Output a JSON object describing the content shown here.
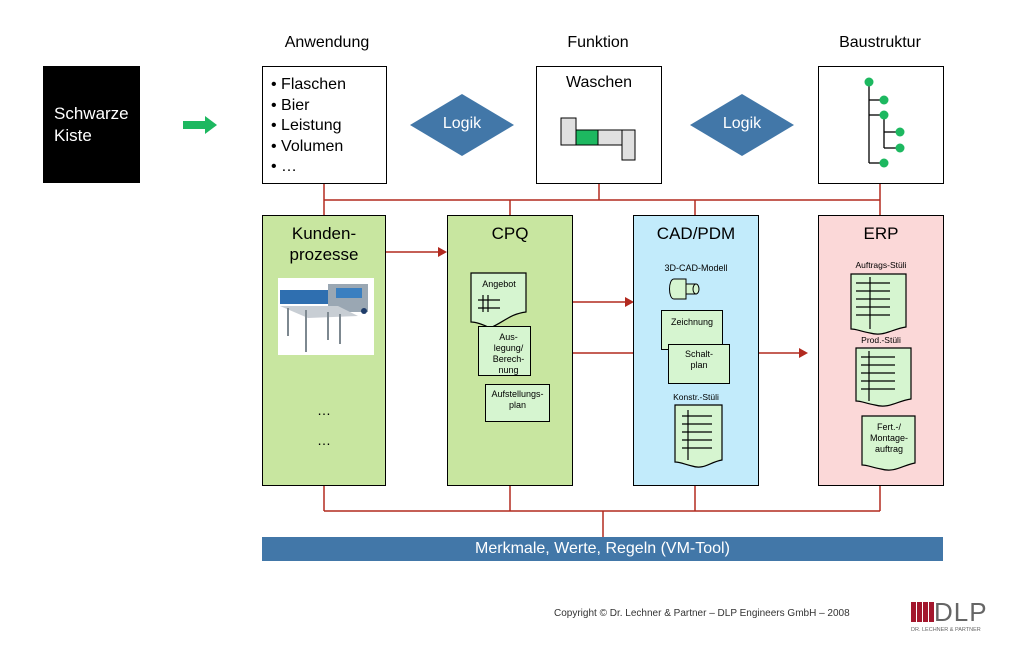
{
  "black_box": {
    "label_line1": "Schwarze",
    "label_line2": "Kiste"
  },
  "columns": {
    "anwendung": {
      "title": "Anwendung",
      "items": [
        "Flaschen",
        "Bier",
        "Leistung",
        "Volumen",
        "…"
      ]
    },
    "funktion": {
      "title": "Funktion",
      "box_label": "Waschen"
    },
    "baustruktur": {
      "title": "Baustruktur"
    }
  },
  "logic_diamonds": [
    "Logik",
    "Logik"
  ],
  "systems": {
    "kunden": {
      "title_line1": "Kunden-",
      "title_line2": "prozesse",
      "ellipsis": [
        "…",
        "…"
      ]
    },
    "cpq": {
      "title": "CPQ",
      "docs": {
        "angebot": "Angebot",
        "auslegung": [
          "Aus-",
          "legung/",
          "Berech-",
          "nung"
        ],
        "aufstellung": [
          "Aufstellungs-",
          "plan"
        ]
      }
    },
    "cad": {
      "title": "CAD/PDM",
      "model_label": "3D-CAD-Modell",
      "zeichnung": "Zeichnung",
      "schaltplan": [
        "Schalt-",
        "plan"
      ],
      "stueli_label": "Konstr.-Stüli"
    },
    "erp": {
      "title": "ERP",
      "auftrag_label": "Auftrags-Stüli",
      "prod_label": "Prod.-Stüli",
      "fert": [
        "Fert.-/",
        "Montage-",
        "auftrag"
      ]
    }
  },
  "vm_tool": "Merkmale, Werte, Regeln (VM-Tool)",
  "footer": {
    "copyright": "Copyright © Dr. Lechner & Partner – DLP Engineers GmbH – 2008",
    "logo_text": "DLP",
    "logo_sub": "DR. LECHNER & PARTNER"
  },
  "colors": {
    "connector": "#b22a1f",
    "logic": "#4277a8",
    "green_box": "#c8e6a0",
    "cad_box": "#c2ebfb",
    "erp_box": "#fbd8d8",
    "doc_fill": "#d6f5d0",
    "accent_green": "#1db860",
    "logo_red": "#a3172d"
  }
}
